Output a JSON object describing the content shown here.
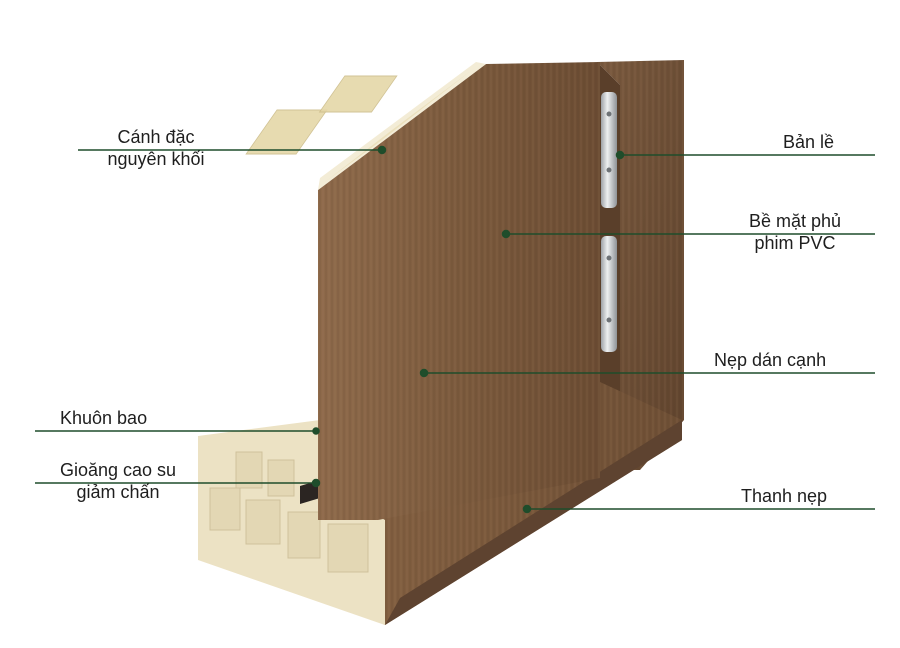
{
  "colors": {
    "leader_line": "#1f4d2b",
    "wood_dark": "#6a4a30",
    "wood_mid": "#8a6444",
    "wood_light": "#a07a57",
    "pvc_core": "#f1e9cf",
    "metal": "#c9cbcd"
  },
  "labels": {
    "door_leaf": {
      "line1": "Cánh đặc",
      "line2": "nguyên khối"
    },
    "frame": {
      "line1": "Khuôn bao"
    },
    "gasket": {
      "line1": "Gioăng cao su",
      "line2": "giảm chấn"
    },
    "hinge": {
      "line1": "Bản lề"
    },
    "surface": {
      "line1": "Bề mặt phủ",
      "line2": "phim PVC"
    },
    "edge_strip": {
      "line1": "Nẹp dán cạnh"
    },
    "trim": {
      "line1": "Thanh nẹp"
    }
  }
}
